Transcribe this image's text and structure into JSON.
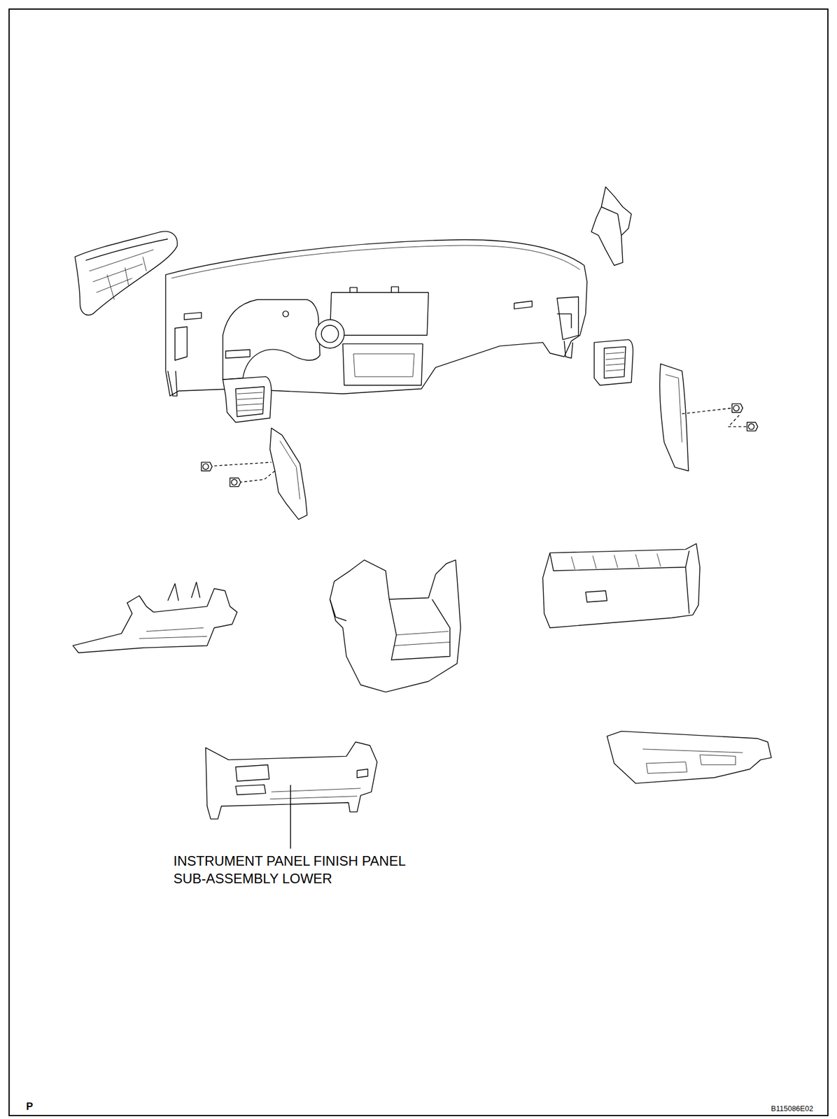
{
  "diagram": {
    "labels": [
      "INSTRUMENT PANEL FINISH PANEL SUB-ASSEMBLY LOWER",
      "P",
      "B115086E02"
    ]
  }
}
